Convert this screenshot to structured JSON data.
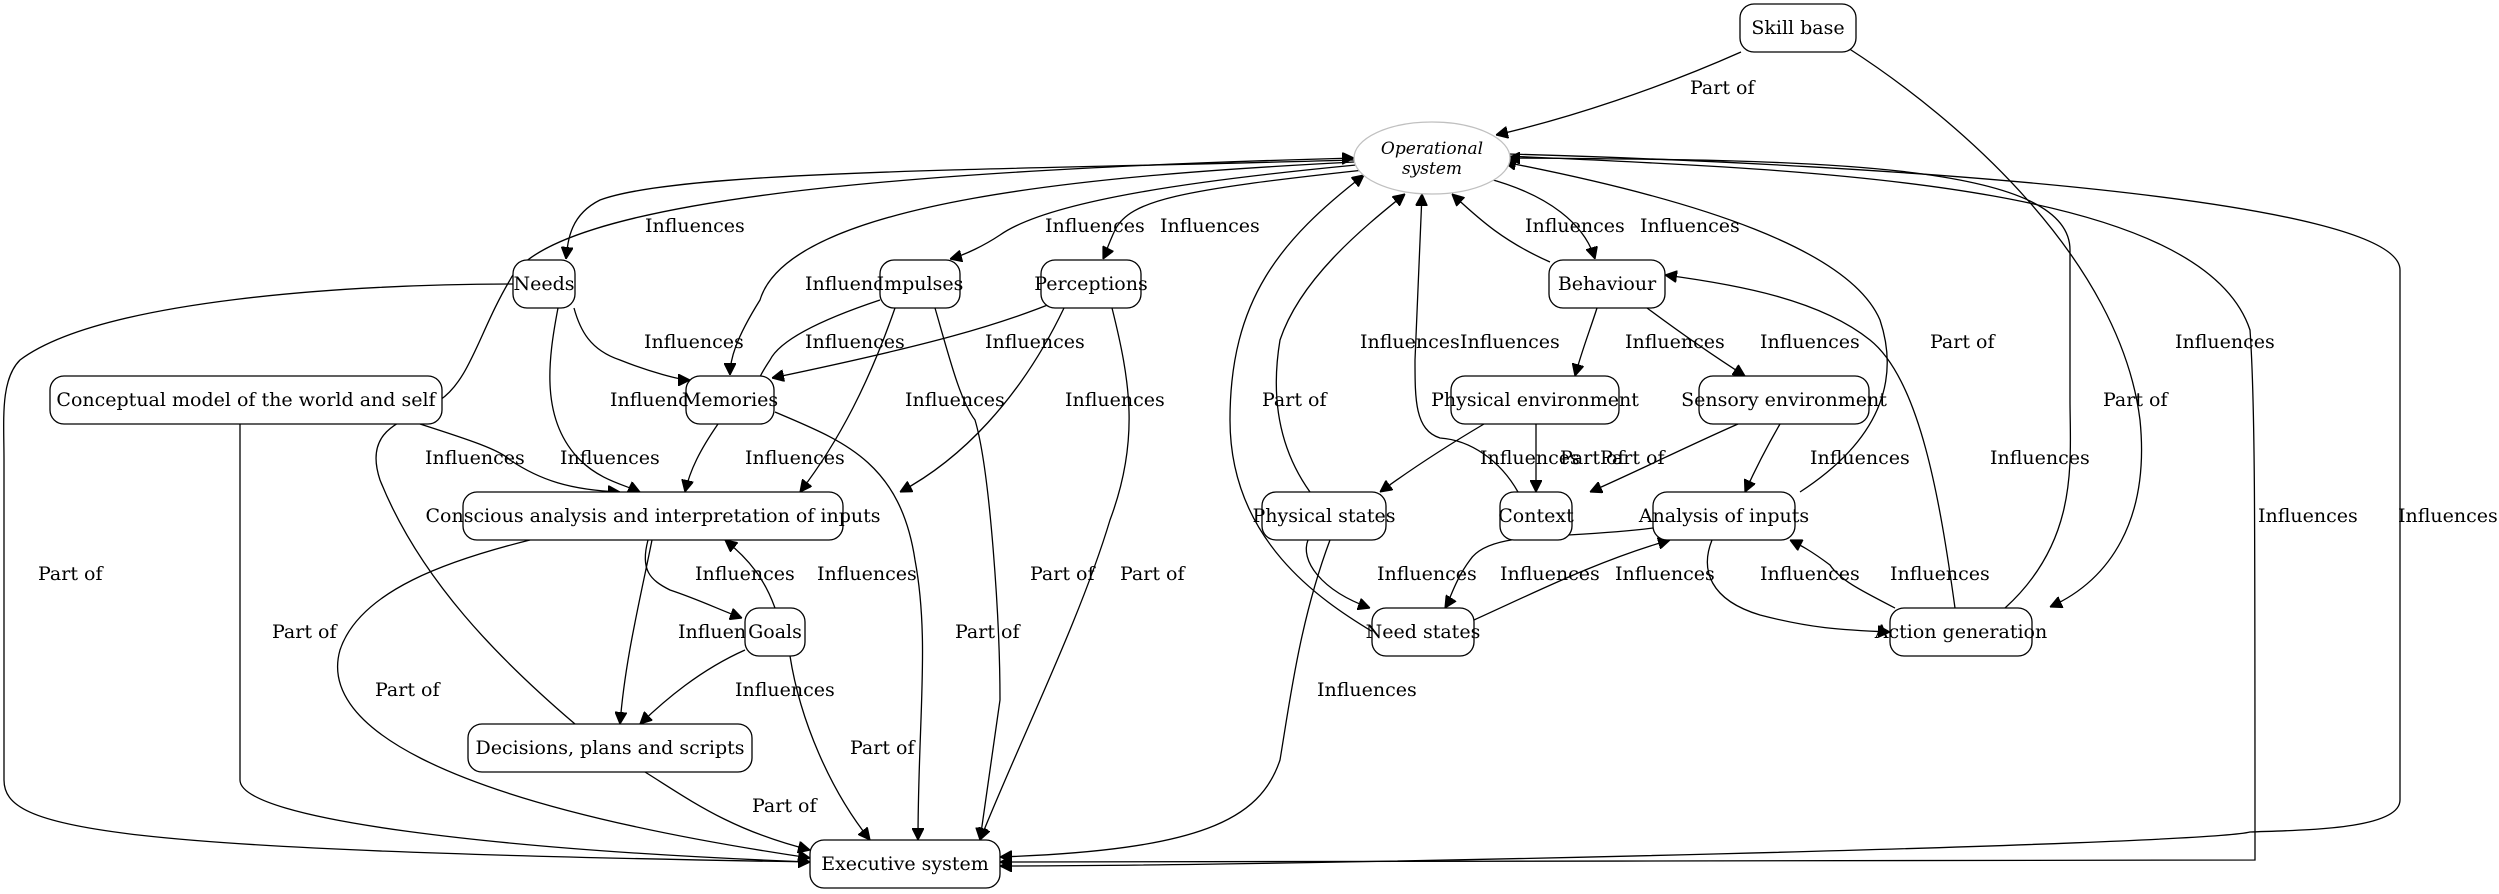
{
  "title": "Operational and executive system concept map",
  "nodes": [
    {
      "id": "skill_base",
      "label": "Skill base",
      "shape": "box"
    },
    {
      "id": "operational",
      "label": "Operational system",
      "label_lines": [
        "Operational",
        "system"
      ],
      "shape": "ellipse"
    },
    {
      "id": "needs",
      "label": "Needs",
      "shape": "box"
    },
    {
      "id": "impulses",
      "label": "Impulses",
      "shape": "box"
    },
    {
      "id": "perceptions",
      "label": "Perceptions",
      "shape": "box"
    },
    {
      "id": "behaviour",
      "label": "Behaviour",
      "shape": "box"
    },
    {
      "id": "conceptual",
      "label": "Conceptual model of the world and self",
      "shape": "box"
    },
    {
      "id": "memories",
      "label": "Memories",
      "shape": "box"
    },
    {
      "id": "physical_env",
      "label": "Physical environment",
      "shape": "box"
    },
    {
      "id": "sensory_env",
      "label": "Sensory environment",
      "shape": "box"
    },
    {
      "id": "conscious",
      "label": "Conscious analysis and interpretation of inputs",
      "shape": "box"
    },
    {
      "id": "physical_states",
      "label": "Physical states",
      "shape": "box"
    },
    {
      "id": "context",
      "label": "Context",
      "shape": "box"
    },
    {
      "id": "analysis",
      "label": "Analysis of inputs",
      "shape": "box"
    },
    {
      "id": "goals",
      "label": "Goals",
      "shape": "box"
    },
    {
      "id": "need_states",
      "label": "Need states",
      "shape": "box"
    },
    {
      "id": "action_gen",
      "label": "Action generation",
      "shape": "box"
    },
    {
      "id": "decisions",
      "label": "Decisions, plans and scripts",
      "shape": "box"
    },
    {
      "id": "executive",
      "label": "Executive system",
      "shape": "box"
    }
  ],
  "edges": [
    {
      "from": "skill_base",
      "to": "operational",
      "label": "Part of"
    },
    {
      "from": "skill_base",
      "to": "action_gen",
      "label": "Influences"
    },
    {
      "from": "operational",
      "to": "needs",
      "label": "Influences"
    },
    {
      "from": "operational",
      "to": "memories",
      "label": "Influences"
    },
    {
      "from": "operational",
      "to": "impulses",
      "label": "Influences"
    },
    {
      "from": "operational",
      "to": "perceptions",
      "label": "Influences"
    },
    {
      "from": "operational",
      "to": "behaviour",
      "label": "Influences"
    },
    {
      "from": "behaviour",
      "to": "operational",
      "label": "Influences"
    },
    {
      "from": "needs",
      "to": "memories",
      "label": "Influences"
    },
    {
      "from": "needs",
      "to": "conscious",
      "label": "Influences"
    },
    {
      "from": "needs",
      "to": "executive",
      "label": "Part of"
    },
    {
      "from": "impulses",
      "to": "memories",
      "label": "Influences"
    },
    {
      "from": "impulses",
      "to": "conscious",
      "label": "Influences"
    },
    {
      "from": "impulses",
      "to": "executive",
      "label": "Part of"
    },
    {
      "from": "perceptions",
      "to": "memories",
      "label": "Influences"
    },
    {
      "from": "perceptions",
      "to": "conscious",
      "label": "Influences"
    },
    {
      "from": "perceptions",
      "to": "executive",
      "label": "Part of"
    },
    {
      "from": "conceptual",
      "to": "conscious",
      "label": "Influences"
    },
    {
      "from": "conceptual",
      "to": "executive",
      "label": "Part of"
    },
    {
      "from": "memories",
      "to": "conscious",
      "label": "Influences"
    },
    {
      "from": "memories",
      "to": "executive",
      "label": "Part of"
    },
    {
      "from": "decisions",
      "to": "operational",
      "label": "Influences"
    },
    {
      "from": "conscious",
      "to": "goals",
      "label": "Influences"
    },
    {
      "from": "conscious",
      "to": "decisions",
      "label": "Influences"
    },
    {
      "from": "conscious",
      "to": "executive",
      "label": "Part of"
    },
    {
      "from": "goals",
      "to": "conscious",
      "label": "Influences"
    },
    {
      "from": "goals",
      "to": "decisions",
      "label": "Influences"
    },
    {
      "from": "goals",
      "to": "executive",
      "label": "Part of"
    },
    {
      "from": "decisions",
      "to": "executive",
      "label": "Part of"
    },
    {
      "from": "behaviour",
      "to": "physical_env",
      "label": "Influences"
    },
    {
      "from": "behaviour",
      "to": "sensory_env",
      "label": "Influences"
    },
    {
      "from": "physical_env",
      "to": "physical_states",
      "label": "Influences"
    },
    {
      "from": "physical_env",
      "to": "context",
      "label": "Part of"
    },
    {
      "from": "sensory_env",
      "to": "context",
      "label": "Part of"
    },
    {
      "from": "sensory_env",
      "to": "analysis",
      "label": "Influences"
    },
    {
      "from": "physical_states",
      "to": "operational",
      "label": "Influences"
    },
    {
      "from": "context",
      "to": "operational",
      "label": "Influences"
    },
    {
      "from": "need_states",
      "to": "operational",
      "label": "Part of"
    },
    {
      "from": "analysis",
      "to": "operational",
      "label": "Part of"
    },
    {
      "from": "physical_states",
      "to": "need_states",
      "label": "Influences"
    },
    {
      "from": "physical_states",
      "to": "executive",
      "label": "Influences"
    },
    {
      "from": "analysis",
      "to": "need_states",
      "label": "Influences"
    },
    {
      "from": "need_states",
      "to": "analysis",
      "label": "Influences"
    },
    {
      "from": "analysis",
      "to": "action_gen",
      "label": "Influences"
    },
    {
      "from": "action_gen",
      "to": "analysis",
      "label": "Influences"
    },
    {
      "from": "action_gen",
      "to": "behaviour",
      "label": "Influences"
    },
    {
      "from": "action_gen",
      "to": "operational",
      "label": "Part of"
    },
    {
      "from": "operational",
      "to": "executive",
      "label": "Influences",
      "variant": "a"
    },
    {
      "from": "operational",
      "to": "executive",
      "label": "Influences",
      "variant": "b"
    }
  ]
}
